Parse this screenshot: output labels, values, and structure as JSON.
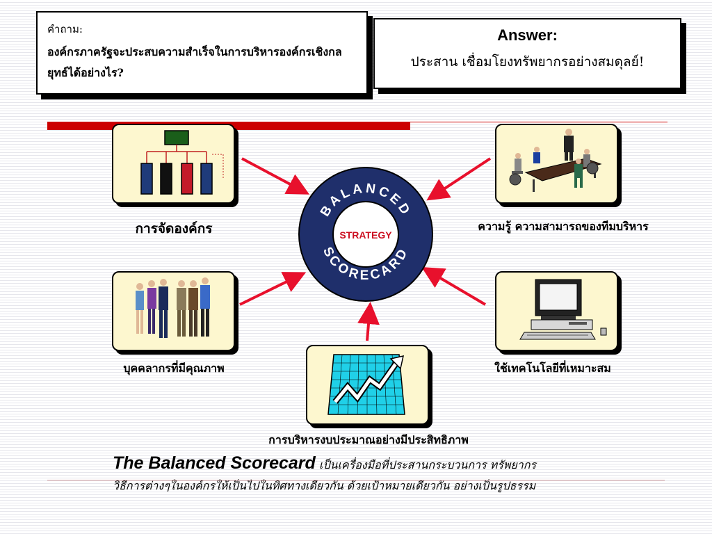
{
  "question": {
    "label": "คำถาม:",
    "text": "องค์กรภาครัฐจะประสบความสำเร็จในการบริหารองค์กรเชิงกลยุทธ์ได้อย่างไร?"
  },
  "answer": {
    "title": "Answer:",
    "text": "ประสาน เชื่อมโยงทรัพยากรอย่างสมดุลย์!"
  },
  "center": {
    "top_text": "BALANCED",
    "middle_text": "STRATEGY",
    "bottom_text": "SCORECARD"
  },
  "nodes": {
    "org": "การจัดองค์กร",
    "team": "ความรู้ ความสามารถของทีมบริหาร",
    "people": "บุคคลากรที่มีคุณภาพ",
    "tech": "ใช้เทคโนโลยีที่เหมาะสม",
    "budget": "การบริหารงบประมาณอย่างมีประสิทธิภาพ"
  },
  "footer": {
    "emphasis": "The Balanced Scorecard",
    "line1": " เป็นเครื่องมือที่ประสานกระบวนการ ทรัพยากร",
    "line2": "วิธีการต่างๆในองค์กรให้เป็นไปในทิศทางเดียวกัน ด้วยเป้าหมายเดียวกัน อย่างเป็นรูปธรรม"
  },
  "colors": {
    "ring": "#1f2f6b",
    "arrow": "#e8102c",
    "strategy_text": "#cc1122",
    "card_bg": "#fdf7cf",
    "accent_bar": "#cc0000"
  }
}
